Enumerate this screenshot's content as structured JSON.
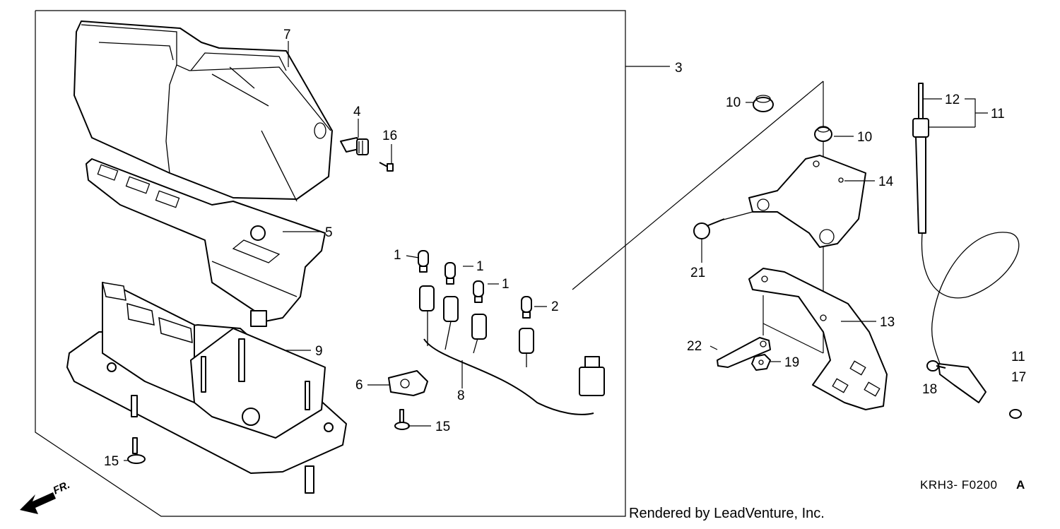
{
  "diagram": {
    "labels": {
      "p1a": "1",
      "p1b": "1",
      "p1c": "1",
      "p2": "2",
      "p3": "3",
      "p4": "4",
      "p5": "5",
      "p6": "6",
      "p7": "7",
      "p8": "8",
      "p9": "9",
      "p10a": "10",
      "p10b": "10",
      "p11a": "11",
      "p11b": "11",
      "p12": "12",
      "p13": "13",
      "p14": "14",
      "p15a": "15",
      "p15b": "15",
      "p16": "16",
      "p17": "17",
      "p18": "18",
      "p19": "19",
      "p21": "21",
      "p22": "22"
    },
    "direction_label": "FR.",
    "drawing_code": "KRH3- F0200",
    "drawing_suffix": "A",
    "credit": "Rendered by LeadVenture, Inc."
  }
}
